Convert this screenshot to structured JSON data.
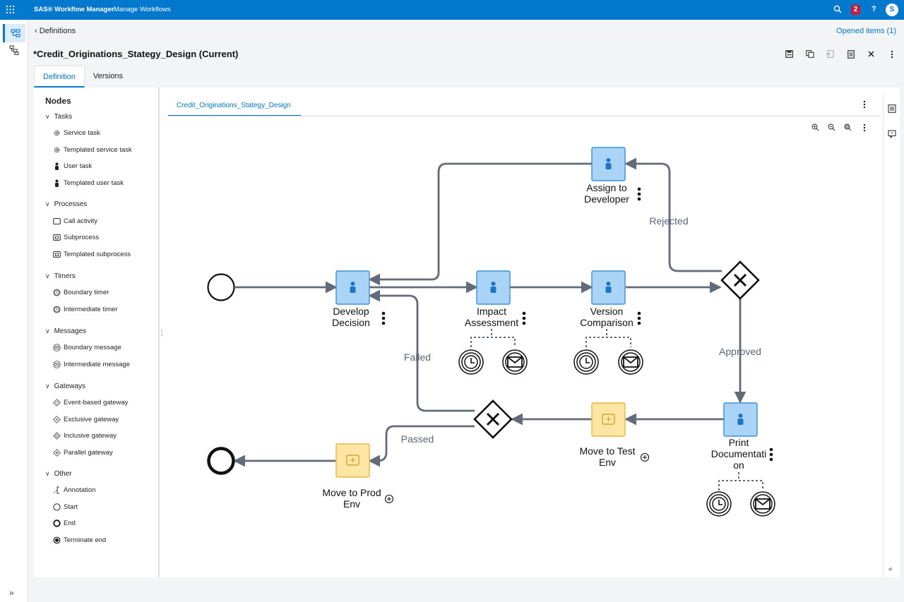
{
  "app": {
    "title": "SAS® Workflow Manager",
    "separator": "-",
    "page": "Manage Workflows",
    "notifications": "2",
    "help": "?",
    "avatar": "S"
  },
  "header": {
    "back_label": "Definitions",
    "opened_items": "Opened items (1)",
    "title": "*Credit_Originations_Stategy_Design (Current)",
    "tabs": [
      "Definition",
      "Versions"
    ]
  },
  "nodes_panel": {
    "title": "Nodes",
    "groups": [
      {
        "label": "Tasks",
        "items": [
          {
            "label": "Service task",
            "icon": "gear-icon"
          },
          {
            "label": "Templated service task",
            "icon": "gear-icon"
          },
          {
            "label": "User task",
            "icon": "user-icon"
          },
          {
            "label": "Templated user task",
            "icon": "user-icon"
          }
        ]
      },
      {
        "label": "Processes",
        "items": [
          {
            "label": "Call activity",
            "icon": "rounded-box-icon"
          },
          {
            "label": "Subprocess",
            "icon": "subprocess-icon"
          },
          {
            "label": "Templated subprocess",
            "icon": "subprocess-icon"
          }
        ]
      },
      {
        "label": "Timers",
        "items": [
          {
            "label": "Boundary timer",
            "icon": "clock-icon"
          },
          {
            "label": "Intermediate timer",
            "icon": "clock-icon"
          }
        ]
      },
      {
        "label": "Messages",
        "items": [
          {
            "label": "Boundary message",
            "icon": "envelope-icon"
          },
          {
            "label": "Intermediate message",
            "icon": "envelope-icon"
          }
        ]
      },
      {
        "label": "Gateways",
        "items": [
          {
            "label": "Event-based gateway",
            "icon": "diamond-icon"
          },
          {
            "label": "Exclusive gateway",
            "icon": "diamond-icon"
          },
          {
            "label": "Inclusive gateway",
            "icon": "diamond-icon"
          },
          {
            "label": "Parallel gateway",
            "icon": "diamond-icon"
          }
        ]
      },
      {
        "label": "Other",
        "items": [
          {
            "label": "Annotation",
            "icon": "annotation-icon"
          },
          {
            "label": "Start",
            "icon": "circle-icon"
          },
          {
            "label": "End",
            "icon": "bold-circle-icon"
          },
          {
            "label": "Terminate end",
            "icon": "terminate-icon"
          }
        ]
      }
    ]
  },
  "canvas": {
    "tab": "Credit_Originations_Stategy_Design",
    "tasks": {
      "assign": [
        "Assign to",
        "Developer"
      ],
      "develop": [
        "Develop",
        "Decision"
      ],
      "impact": [
        "Impact",
        "Assessment"
      ],
      "version": [
        "Version",
        "Comparison"
      ],
      "print": [
        "Print",
        "Documentati",
        "on"
      ],
      "move_test": [
        "Move to Test",
        "Env"
      ],
      "move_prod": [
        "Move to Prod",
        "Env"
      ]
    },
    "edge_labels": {
      "rejected": "Rejected",
      "approved": "Approved",
      "failed": "Failed",
      "passed": "Passed"
    }
  },
  "colors": {
    "brand": "#0378cd",
    "task_fill": "#a9d4f5",
    "task_stroke": "#3d8fd6",
    "subprocess_fill": "#fde6a3",
    "subprocess_stroke": "#e0b84a",
    "edge": "#636b78"
  }
}
